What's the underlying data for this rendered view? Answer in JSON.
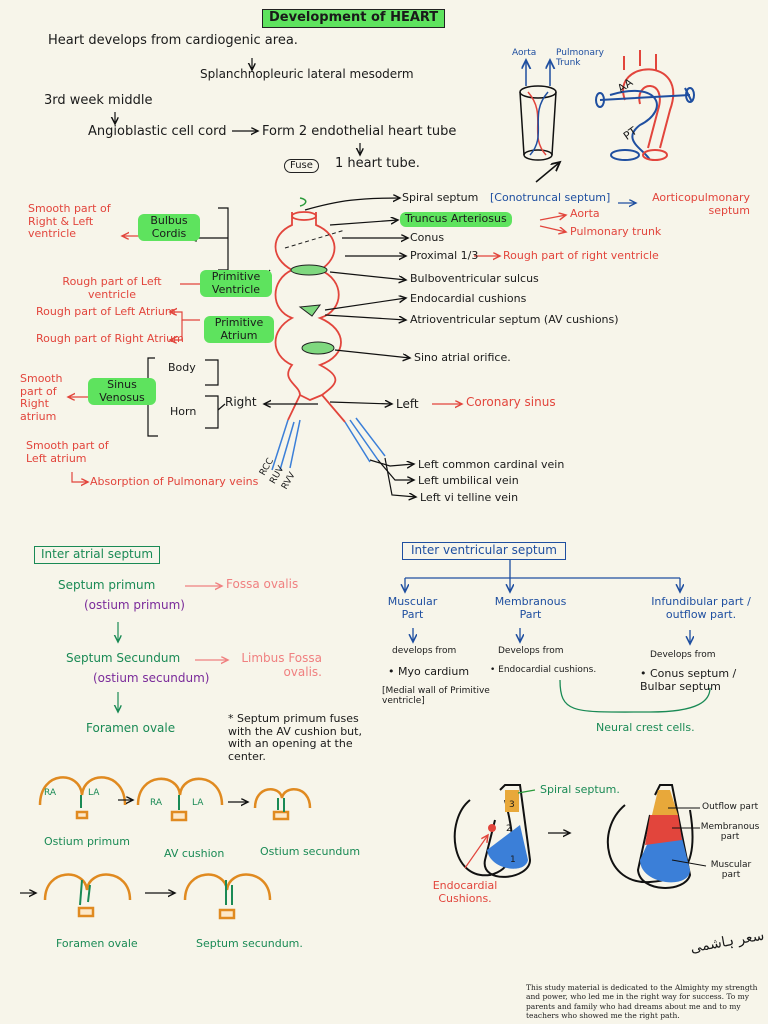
{
  "title": "Development of HEART",
  "intro": {
    "line1": "Heart develops from cardiogenic area.",
    "line2": "Splanchnopleuric lateral mesoderm",
    "line3": "3rd week middle",
    "line4": "Angioblastic cell cord",
    "line5": "Form 2 endothelial heart tube",
    "fuse": "Fuse",
    "line6": "1 heart tube."
  },
  "outflow": {
    "aorta": "Aorta",
    "pulmonary": "Pulmonary Trunk",
    "aa": "AA",
    "pt": "PT"
  },
  "heart_tube": {
    "bulbus": "Bulbus Cordis",
    "ventricle": "Primitive Ventricle",
    "atrium": "Primitive Atrium",
    "sinus": "Sinus Venosus",
    "body": "Body",
    "horn": "Horn",
    "right": "Right",
    "left": "Left",
    "rcc": "RCC",
    "ruv": "RUV",
    "rvv": "RVV"
  },
  "right_labels": {
    "spiral": "Spiral septum",
    "conotruncal": "[Conotruncal septum]",
    "aorticopulm": "Aorticopulmonary septum",
    "truncus": "Truncus Arteriosus",
    "aorta": "Aorta",
    "pulm_trunk": "Pulmonary trunk",
    "conus": "Conus",
    "proximal": "Proximal 1/3",
    "rough_rv": "Rough part of right ventricle",
    "bulboventricular": "Bulboventricular sulcus",
    "endocardial": "Endocardial cushions",
    "av_septum": "Atrioventricular septum (AV cushions)",
    "sinoatrial": "Sino atrial orifice.",
    "coronary": "Coronary sinus",
    "lccv": "Left common cardinal vein",
    "luv": "Left umbilical vein",
    "lvv": "Left vi telline vein"
  },
  "left_labels": {
    "smooth_rv": "Smooth part of Right & Left ventricle",
    "rough_lv": "Rough part of Left ventricle",
    "rough_la": "Rough part of Left Atrium",
    "rough_ra": "Rough part of Right Atrium",
    "smooth_ra": "Smooth part of Right atrium",
    "smooth_la": "Smooth part of Left atrium",
    "absorption": "Absorption of Pulmonary veins"
  },
  "ias": {
    "heading": "Inter atrial septum",
    "primum": "Septum primum",
    "fossa": "Fossa ovalis",
    "ost_primum": "(ostium primum)",
    "secundum": "Septum Secundum",
    "limbus": "Limbus Fossa ovalis.",
    "ost_secundum": "(ostium secundum)",
    "foramen": "Foramen ovale",
    "note": "* Septum primum fuses with the AV cushion but, with an opening at the center."
  },
  "ivs": {
    "heading": "Inter ventricular septum",
    "muscular": "Muscular Part",
    "membranous": "Membranous Part",
    "infund": "Infundibular part / outflow part.",
    "dev1": "develops from",
    "myo": "• Myo cardium",
    "medial": "[Medial wall of Primitive ventricle]",
    "dev2": "Develops from",
    "endo": "• Endocardial cushions.",
    "dev3": "Develops from",
    "conus": "• Conus septum / Bulbar septum",
    "neural": "Neural crest cells."
  },
  "bottom": {
    "ra": "RA",
    "la": "LA",
    "ost_primum": "Ostium primum",
    "av_cushion": "AV cushion",
    "ost_secundum": "Ostium secundum",
    "foramen": "Foramen ovale",
    "sept_secundum": "Septum secundum.",
    "spiral": "Spiral septum.",
    "endo": "Endocardial Cushions.",
    "n1": "1",
    "n2": "2",
    "n3": "3",
    "outflow": "Outflow part",
    "membranous": "Membranous part",
    "muscular": "Muscular part"
  },
  "signature": "سعر ہاشمی",
  "dedication": "This study material is dedicated to the Almighty my strength and power, who led me in the right way for success. To my parents and family who had dreams about me and to my teachers who showed me the right path."
}
